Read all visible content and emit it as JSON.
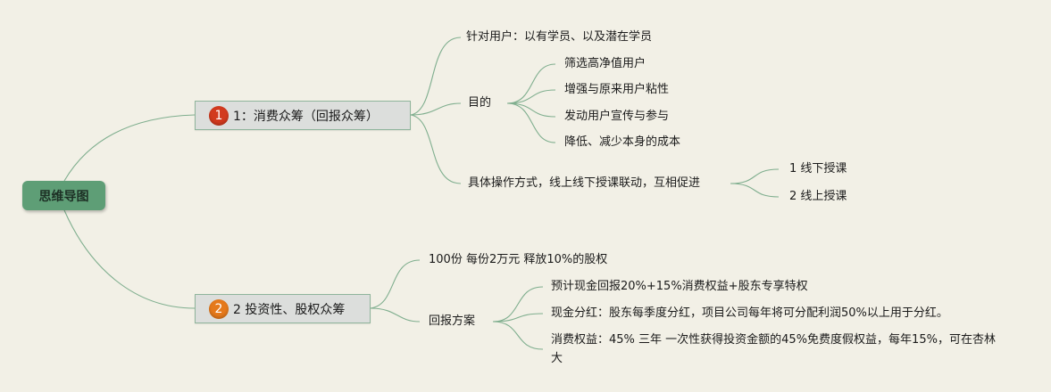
{
  "root": {
    "label": "思维导图",
    "color": "#5e9e76"
  },
  "topic1": {
    "badge": "1",
    "badge_color": "#d23a1e",
    "label": "1：消费众筹（回报众筹）",
    "children": {
      "target": "针对用户：以有学员、以及潜在学员",
      "purpose": {
        "label": "目的",
        "items": [
          "筛选高净值用户",
          "增强与原来用户粘性",
          "发动用户宣传与参与",
          "降低、减少本身的成本"
        ]
      },
      "method": {
        "label": "具体操作方式，线上线下授课联动，互相促进",
        "items": [
          "1 线下授课",
          "2 线上授课"
        ]
      }
    }
  },
  "topic2": {
    "badge": "2",
    "badge_color": "#e57a1c",
    "label": "2 投资性、股权众筹",
    "children": {
      "shares": "100份 每份2万元 释放10%的股权",
      "returns": {
        "label": "回报方案",
        "items": [
          "预计现金回报20%+15%消费权益+股东专享特权",
          "现金分红：股东每季度分红，项目公司每年将可分配利润50%以上用于分红。",
          "消费权益：45% 三年   一次性获得投资金额的45%免费度假权益，每年15%，可在杏林大"
        ]
      }
    }
  }
}
